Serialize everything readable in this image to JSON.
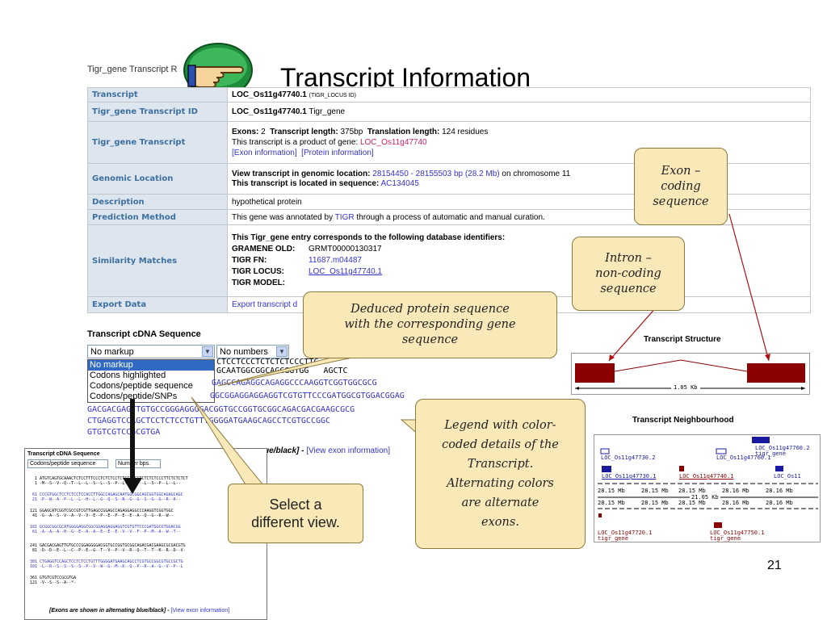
{
  "header": {
    "breadcrumb": "Tigr_gene Transcript R",
    "title": "Transcript Information"
  },
  "info": {
    "transcript": {
      "label": "Transcript",
      "id": "LOC_Os11g47740.1",
      "tag": "(TIGR_LOCUS ID)"
    },
    "tid": {
      "label": "Tigr_gene Transcript ID",
      "id": "LOC_Os11g47740.1",
      "source": "Tigr_gene"
    },
    "tinfo": {
      "label": "Tigr_gene Transcript",
      "exons_k": "Exons:",
      "exons_v": " 2",
      "len_k": "Transcript length:",
      "len_v": " 375bp",
      "tl_k": "Translation length:",
      "tl_v": " 124 residues",
      "product_text": "This transcript is a product of gene: ",
      "gene": "LOC_Os11g47740",
      "exon_link": "[Exon information]",
      "protein_link": "[Protein information]"
    },
    "genomic": {
      "label": "Genomic Location",
      "view_k": "View transcript in genomic location:",
      "coords": "28154450 - 28155503 bp (28.2 Mb)",
      "chrom_text": " on chromosome 11",
      "seq_k": "This transcript is located in sequence:",
      "seq": "AC134045"
    },
    "description": {
      "label": "Description",
      "value": "hypothetical protein"
    },
    "prediction": {
      "label": "Prediction Method",
      "before": "This gene was annotated by ",
      "tigr": "TIGR",
      "after": " through a process of automatic and manual curation."
    },
    "similarity": {
      "label": "Similarity Matches",
      "intro": "This Tigr_gene entry corresponds to the following database identifiers:",
      "rows": [
        {
          "k": "GRAMENE OLD:",
          "v": "GRMT00000130317"
        },
        {
          "k": "TIGR FN:",
          "v": "11687.m04487"
        },
        {
          "k": "TIGR LOCUS:",
          "v": "LOC_Os11g47740.1"
        },
        {
          "k": "TIGR MODEL:",
          "v": ""
        }
      ]
    },
    "export": {
      "label": "Export Data",
      "link": "Export transcript d"
    }
  },
  "cdna": {
    "title": "Transcript cDNA Sequence",
    "markup_selected": "No markup",
    "numbers_selected": "No numbers",
    "options": [
      "No markup",
      "Codons highlighted",
      "Codons/peptide sequence",
      "Codons/peptide/SNPs"
    ],
    "seq_lines": [
      "CTCCTCCCTCTCTCTCCCTTC",
      "GCAATGGCGGCAGCGGTGG   AGCTC",
      "GAGCCAGAGGCAGAGGCCCAAGGTCGGTGGCGCG",
      "GGCGGAGGAGGAGGTCGTGTTCCCGATGGCGTGGACGGAG",
      "GACGACGAGTTGTGCCGGGAGGGGACGGTGCCGGTGCGGCAGACGACGAAGCGCG",
      "CTGAGGTCCAGCTCCTCTCCTGTTTGGGGATGAAGCAGCCTCGTGCCGGC",
      "GTGTCGTCCGCGTGA"
    ],
    "exon_note": "ue/black]",
    "exon_note_link": "[View exon information]"
  },
  "structure": {
    "title": "Transcript Structure",
    "scale": "1.05 Kb"
  },
  "neighbourhood": {
    "title": "Transcript Neighbourhood",
    "genes_top": [
      "LOC_Os11g47760.2",
      "LOC_Os11g47760.1",
      "LOC_Os11g47730.2",
      "LOC_Os11g47730.1",
      "LOC_Os11g47740.1",
      "LOC_Os11"
    ],
    "gene_source": "tigr_gene",
    "ticks": [
      "28.15 Mb",
      "28.15 Mb",
      "28.15 Mb",
      "28.16 Mb",
      "28.16 Mb"
    ],
    "span": "21.05 Kb",
    "genes_bottom": [
      "LOC_Os11g47720.1",
      "LOC_Os11g47750.1"
    ]
  },
  "inset": {
    "title": "Transcript cDNA Sequence",
    "sel1": "Codons/peptide sequence",
    "sel2": "Number bps.",
    "lines": [
      "  1 ATGTCAGTGCAAACTCTCCTTTCCCTCTCTCCTCTCCTCCCTCTCTCTCCCTTCTCTCTCT",
      "  1 -M--S--V--Q--T--L--L--S--L--S--P--L--L--P--L--S--P--L--L--",
      " 61 CCCGTGGCTCCTCTCCTCCACCTTGGCCAGAGCAATGGCGGCAGCGGTGGCAGAGCAGC",
      " 21 -P--W--A--P--L--L--H--L--G--Q--S--N--G--G--S--G--G--R--A--",
      "121 GGAGCATCGGTCGCCGTCGTTGAGCCGGAGCCAGAGGAGGCCCAAGGTCGGTGGC",
      " 41 -G--A--S--V--A--V--V--E--P--E--P--E--E--A--Q--G--R--W--",
      "181 GCGGCGGCGCATGGGGAGGCGGCGGAGGAGGAGGTCGTGTTCCCGATGGCGTGGACGG",
      " 61 -A--A--A--H--G--E--A--A--E--E--E--V--V--F--P--M--A--W--T--",
      "241 GACGACGAGTTGTGCCCGGAGGGGACGGTGCCGGTGCGGCAGACGACGAAGCGCGACGTG",
      " 81 -D--D--E--L--C--P--E--G--T--V--P--V--R--Q--T--T--K--R--D--V-",
      "301 CTGAGGTCCAGCTCCTCTCCTGTTTGGGGATGAAGCAGCCTCGTGCCGGCGTGCCGCTG",
      "101 -L--R--S--S--S--S--P--V--W--G--M--K--Q--P--R--A--G--V--P--L",
      "361 GTGTCGTCCGCGTGA",
      "121 -V--S--S--A--*-"
    ],
    "footer": "[Exons are shown in alternating blue/black]",
    "footer_link": "[View exon information]"
  },
  "callouts": {
    "exon": "Exon –\ncoding\nsequence",
    "intron": "Intron –\nnon-coding\nsequence",
    "protein": "Deduced protein sequence\nwith the corresponding gene\nsequence",
    "legend": "Legend with color-\ncoded details of the\nTranscript.\nAlternating colors\nare alternate\nexons.",
    "select": "Select a\ndifferent view."
  },
  "slide_number": "21",
  "colors": {
    "label_bg": "#dde6ee",
    "label_text": "#3d6f9f",
    "callout_bg": "#f9e8b8",
    "exon": "#8b0000",
    "link": "#3333cc"
  },
  "icons": {
    "pointer": "pointing-hand-icon",
    "dropdown": "chevron-down-icon"
  }
}
